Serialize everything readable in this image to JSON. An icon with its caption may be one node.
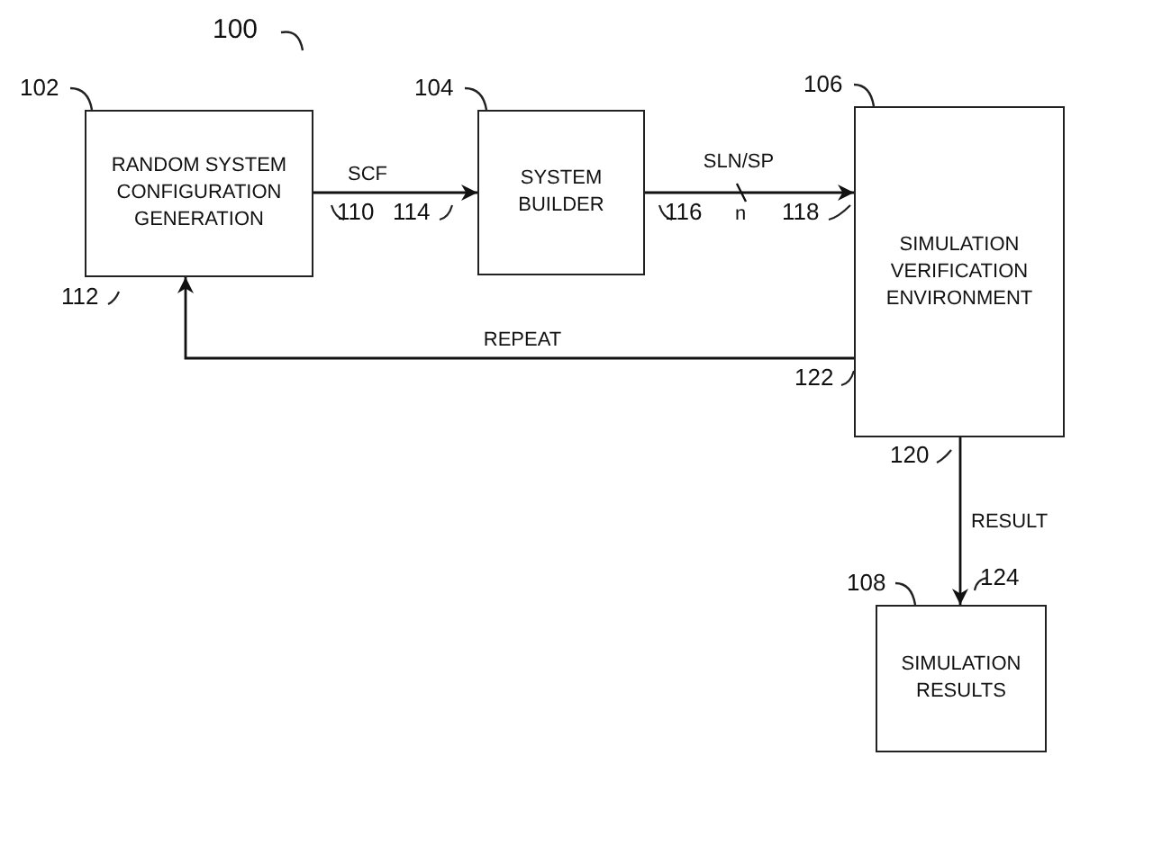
{
  "diagram": {
    "nodes": [
      {
        "text": [
          "RANDOM SYSTEM CONFIGURATION GENERATION"
        ],
        "beside": [
          "102"
        ]
      },
      {
        "text": [
          "SYSTEM BUILDER"
        ],
        "beside": [
          "104"
        ]
      },
      {
        "text": [
          "SIMULATION VERIFICATION ENVIRONMENT"
        ],
        "beside": [
          "106"
        ]
      },
      {
        "text": [
          "SIMULATION RESULTS"
        ],
        "beside": [
          "108"
        ]
      }
    ],
    "edges": [
      {
        "from": 0,
        "to": 1,
        "arrow": "to",
        "label": "SCF"
      },
      {
        "from": 1,
        "to": 2,
        "arrow": "to",
        "label": "SLN/SP"
      },
      {
        "from": 2,
        "to": 0,
        "arrow": "to",
        "label": "REPEAT"
      },
      {
        "from": 2,
        "to": 3,
        "arrow": "to",
        "label": "RESULT"
      }
    ],
    "labels": [
      "100",
      "110",
      "114",
      "116",
      "n",
      "118",
      "112",
      "122",
      "120",
      "124"
    ]
  }
}
